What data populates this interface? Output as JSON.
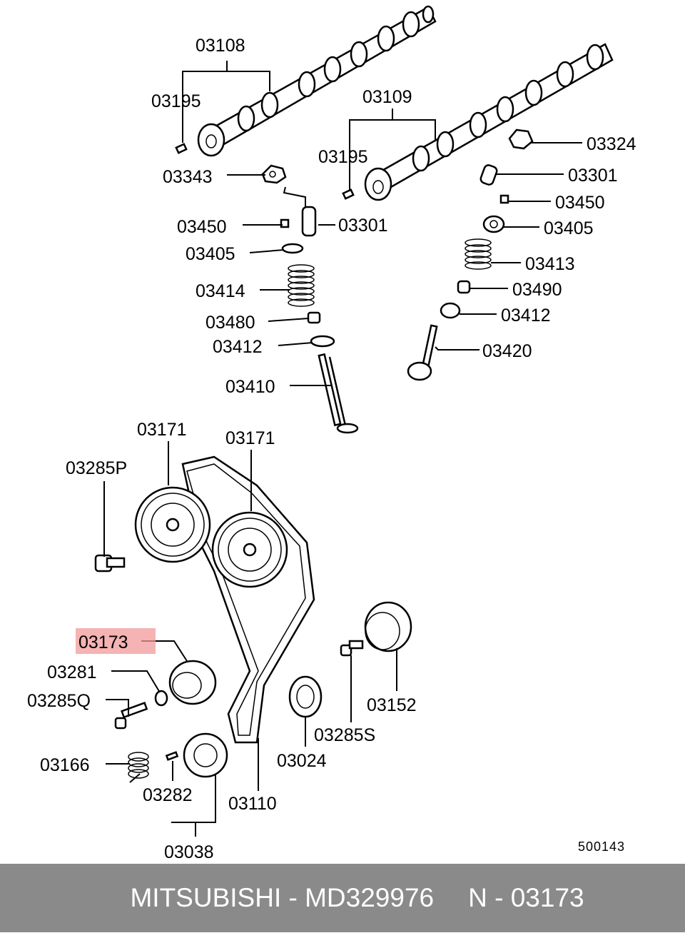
{
  "labels": {
    "l03108": "03108",
    "l03195a": "03195",
    "l03109": "03109",
    "l03195b": "03195",
    "l03324": "03324",
    "l03343": "03343",
    "l03301a": "03301",
    "l03301b": "03301",
    "l03450a": "03450",
    "l03450b": "03450",
    "l03405a": "03405",
    "l03405b": "03405",
    "l03414": "03414",
    "l03413": "03413",
    "l03480": "03480",
    "l03490": "03490",
    "l03412a": "03412",
    "l03412b": "03412",
    "l03420": "03420",
    "l03410": "03410",
    "l03171a": "03171",
    "l03171b": "03171",
    "l03285P": "03285P",
    "l03173": "03173",
    "l03281": "03281",
    "l03285Q": "03285Q",
    "l03152": "03152",
    "l03285S": "03285S",
    "l03024": "03024",
    "l03166": "03166",
    "l03282": "03282",
    "l03110": "03110",
    "l03038": "03038"
  },
  "highlighted_part": "03173",
  "highlight_color": "#f29a9a",
  "diagram_code": "500143",
  "footer": {
    "brand_part": "MITSUBISHI - MD329976",
    "ref": "N - 03173",
    "background": "#8a8a8a"
  }
}
